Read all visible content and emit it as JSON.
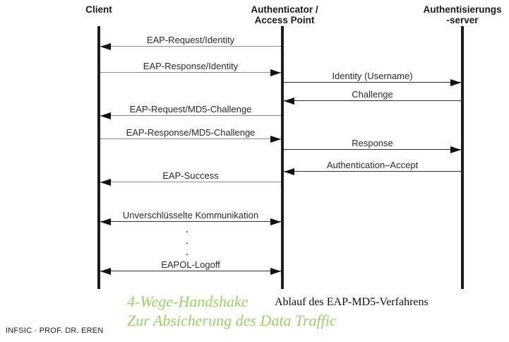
{
  "diagram": {
    "actors": [
      {
        "name": "Client"
      },
      {
        "name": "Authenticator /\nAccess Point"
      },
      {
        "name": "Authentisierungs\n-server"
      }
    ],
    "messages": [
      {
        "label": "EAP-Request/Identity",
        "from": "authenticator",
        "to": "client"
      },
      {
        "label": "EAP-Response/Identity",
        "from": "client",
        "to": "authenticator"
      },
      {
        "label": "Identity (Username)",
        "from": "authenticator",
        "to": "server"
      },
      {
        "label": "Challenge",
        "from": "server",
        "to": "authenticator"
      },
      {
        "label": "EAP-Request/MD5-Challenge",
        "from": "authenticator",
        "to": "client"
      },
      {
        "label": "EAP-Response/MD5-Challenge",
        "from": "client",
        "to": "authenticator"
      },
      {
        "label": "Response",
        "from": "authenticator",
        "to": "server"
      },
      {
        "label": "Authentication–Accept",
        "from": "server",
        "to": "authenticator"
      },
      {
        "label": "EAP-Success",
        "from": "authenticator",
        "to": "client"
      },
      {
        "label": "Unverschlüsselte Kommunikation",
        "from": "client",
        "to": "authenticator",
        "bidirectional": true
      },
      {
        "label": "EAPOL-Logoff",
        "from": "client",
        "to": "authenticator",
        "bidirectional": true
      }
    ],
    "ellipsis_dot": "."
  },
  "captions": {
    "handshake_line1": "4-Wege-Handshake",
    "handshake_line2": "Zur Absicherung des Data Traffic",
    "figure_caption": "Ablauf des EAP-MD5-Verfahrens"
  },
  "footer": {
    "text": "INFSIC · PROF. DR. EREN"
  },
  "colors": {
    "accent_green": "#9ccf6c",
    "line_dark": "#2f2f2f",
    "line_light": "#8a8a8a",
    "lifeline": "#1c1c1c"
  }
}
